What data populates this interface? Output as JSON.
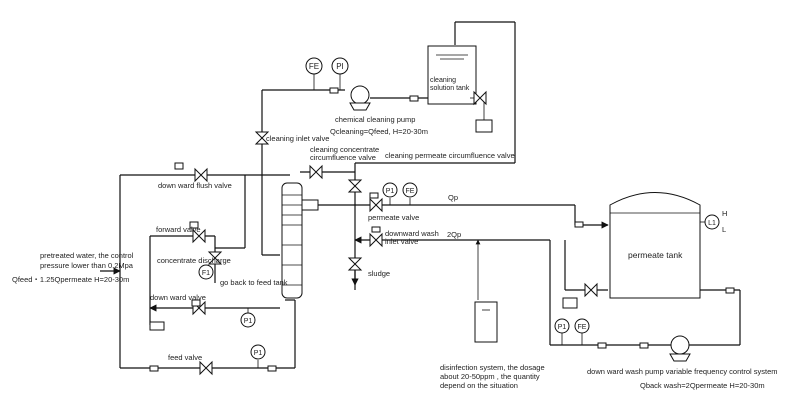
{
  "labels": {
    "pretreated_1": "pretreated water, the control",
    "pretreated_2": "pressure lower than 0.2Mpa",
    "qfeed": "Qfeed・1.25Qpermeate   H=20-30m",
    "down_flush_valve": "down ward flush valve",
    "forward_valve": "forward valve",
    "concentrate_discharge": "concentrate discharge",
    "go_back": "go back to feed tank",
    "down_ward_valve": "down ward valve",
    "feed_valve": "feed valve",
    "cleaning_inlet_valve": "cleaning inlet valve",
    "cleaning_conc_1": "cleaning concentrate",
    "cleaning_conc_2": "circumfluence valve",
    "cleaning_perm_circ": "cleaning permeate circumfluence valve",
    "chem_pump": "chemical cleaning pump",
    "qcleaning": "Qcleaning=Qfeed, H=20-30m",
    "cleaning_tank_1": "cleaning",
    "cleaning_tank_2": "solution tank",
    "permeate_valve": "permeate valve",
    "qp": "Qp",
    "downward_wash_1": "downward wash",
    "downward_wash_2": "inlet valve",
    "two_qp": "2Qp",
    "sludge": "sludge",
    "permeate_tank": "permeate tank",
    "level_h": "H",
    "level_l": "L",
    "disinfection_1": "disinfection system,  the dosage",
    "disinfection_2": "about 20-50ppm , the quantity",
    "disinfection_3": "depend on the situation",
    "wash_pump": "down ward wash pump variable frequency control system",
    "qback": "Qback wash=2Qpermeate   H=20-30m"
  },
  "instruments": {
    "fe": "FE",
    "pi": "PI",
    "p1": "P1",
    "f1": "F1",
    "l1": "L1"
  }
}
